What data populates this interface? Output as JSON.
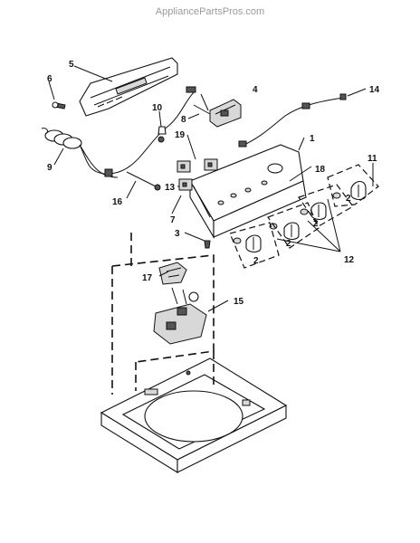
{
  "watermark": "AppliancePartsPros.com",
  "callouts": {
    "c1": "1",
    "c2a": "2",
    "c2b": "2",
    "c2c": "2",
    "c2d": "2",
    "c3": "3",
    "c4": "4",
    "c5": "5",
    "c6": "6",
    "c7": "7",
    "c8": "8",
    "c9": "9",
    "c10": "10",
    "c11": "11",
    "c12": "12",
    "c13": "13",
    "c14": "14",
    "c15": "15",
    "c16": "16",
    "c17": "17",
    "c18": "18",
    "c19": "19"
  }
}
